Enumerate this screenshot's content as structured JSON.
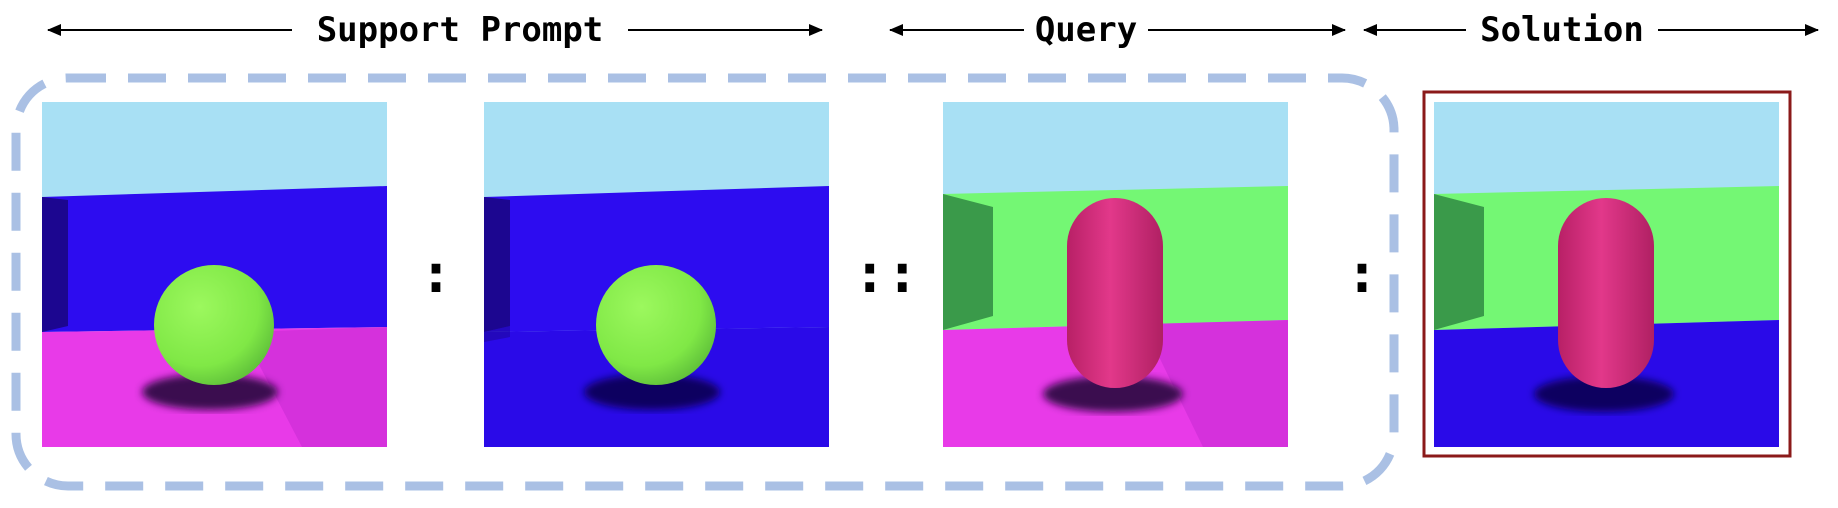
{
  "labels": {
    "support": "Support Prompt",
    "query": "Query",
    "solution": "Solution"
  },
  "separators": {
    "s1": ":",
    "s2": "::",
    "s3": ":"
  },
  "colors": {
    "sky": "#a8e0f4",
    "blue_wall": "#2d0cf0",
    "green_wall": "#74f774",
    "magenta_floor": "#e83ae8",
    "blue_floor": "#2d0cf0",
    "green_ball": "#88f04a",
    "pink_capsule": "#e0347f",
    "dashed_box": "#aac0e4",
    "solution_border": "#8b1a1a"
  },
  "panels": [
    {
      "wall": "blue",
      "floor": "magenta",
      "object": "sphere"
    },
    {
      "wall": "blue",
      "floor": "blue",
      "object": "sphere"
    },
    {
      "wall": "green",
      "floor": "magenta",
      "object": "capsule"
    },
    {
      "wall": "green",
      "floor": "blue",
      "object": "capsule"
    }
  ]
}
